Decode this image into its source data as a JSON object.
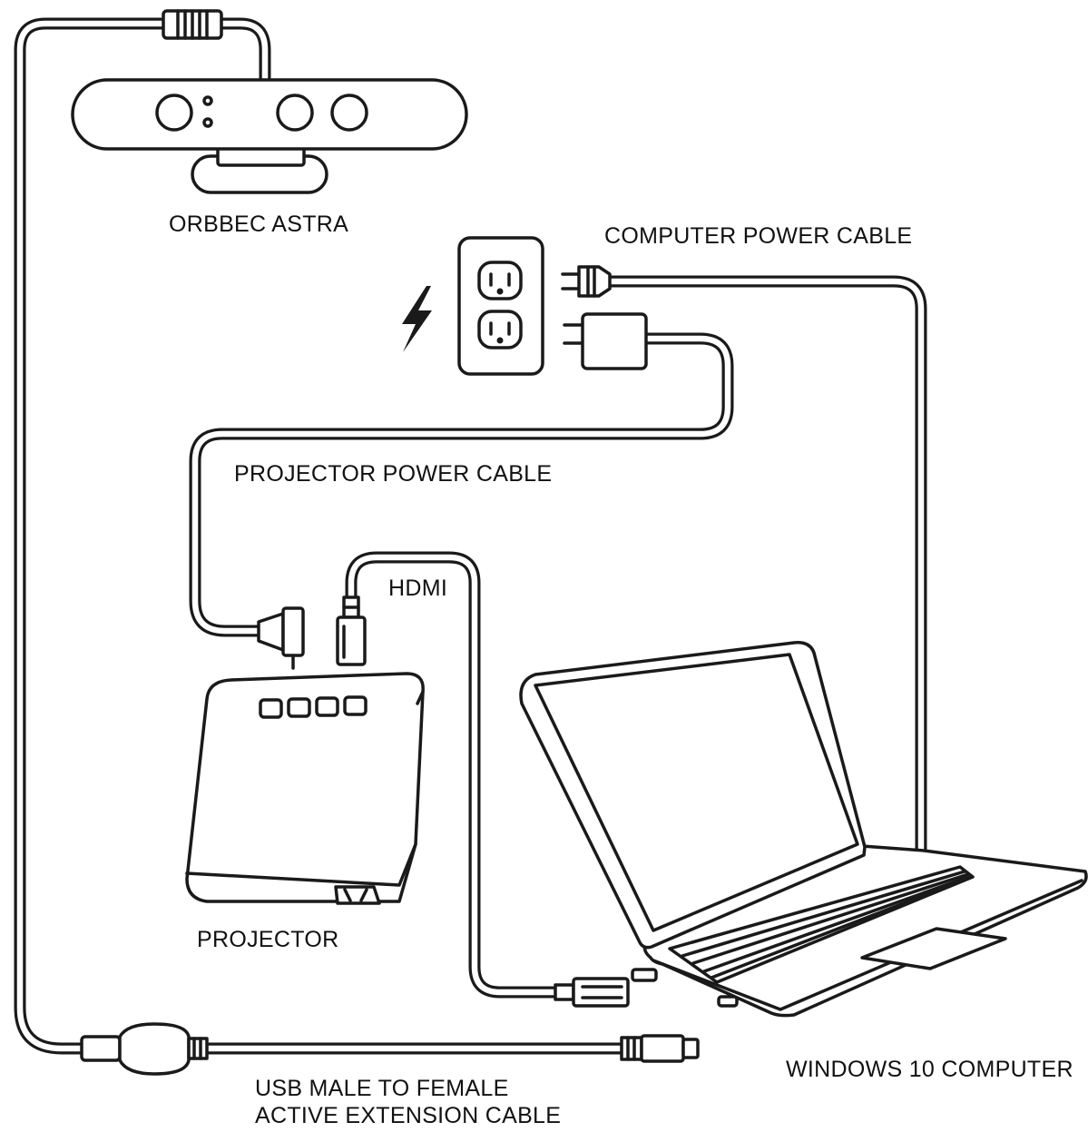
{
  "diagram": {
    "labels": {
      "camera": "ORBBEC ASTRA",
      "computer_power": "COMPUTER POWER CABLE",
      "projector_power": "PROJECTOR POWER CABLE",
      "hdmi": "HDMI",
      "projector": "PROJECTOR",
      "computer": "WINDOWS 10 COMPUTER",
      "usb_line1": "USB MALE TO FEMALE",
      "usb_line2": "ACTIVE EXTENSION CABLE"
    },
    "colors": {
      "stroke": "#1a1a1a",
      "background": "#ffffff"
    },
    "icons": [
      "lightning-bolt-icon",
      "wall-outlet-icon",
      "power-plug-icon",
      "power-adapter-icon"
    ]
  }
}
